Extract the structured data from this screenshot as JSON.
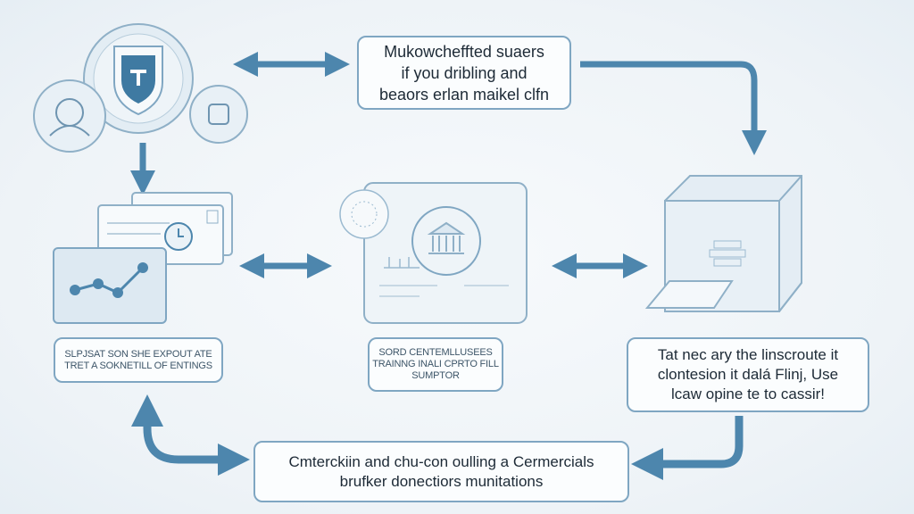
{
  "colors": {
    "arrow": "#4d86ad",
    "outline": "#7fa6c2",
    "fill": "#dde9f2"
  },
  "top_box": {
    "lines": [
      "Mukowcheffted suaers",
      "if you dribling and",
      "beaors erlan maikel clfn"
    ]
  },
  "left_label": {
    "lines": [
      "SLPJSAT SON SHE EXPOUT ATE",
      "TRET A SOKNETILL OF ENTINGS"
    ]
  },
  "center_label": {
    "lines": [
      "SORD CENTEMLLUSEES",
      "TRAINNG INALI CPRTO FILL",
      "SUMPTOR"
    ]
  },
  "right_label": {
    "lines": [
      "Tat nec ary the linscroute it",
      "clontesion it dalá Flinj, Use",
      "lcaw opine te to cassir!"
    ]
  },
  "bottom_box": {
    "lines": [
      "Cmterckiin and chu-con oulling a Cermercials",
      "brufker donectiors munitations"
    ]
  }
}
